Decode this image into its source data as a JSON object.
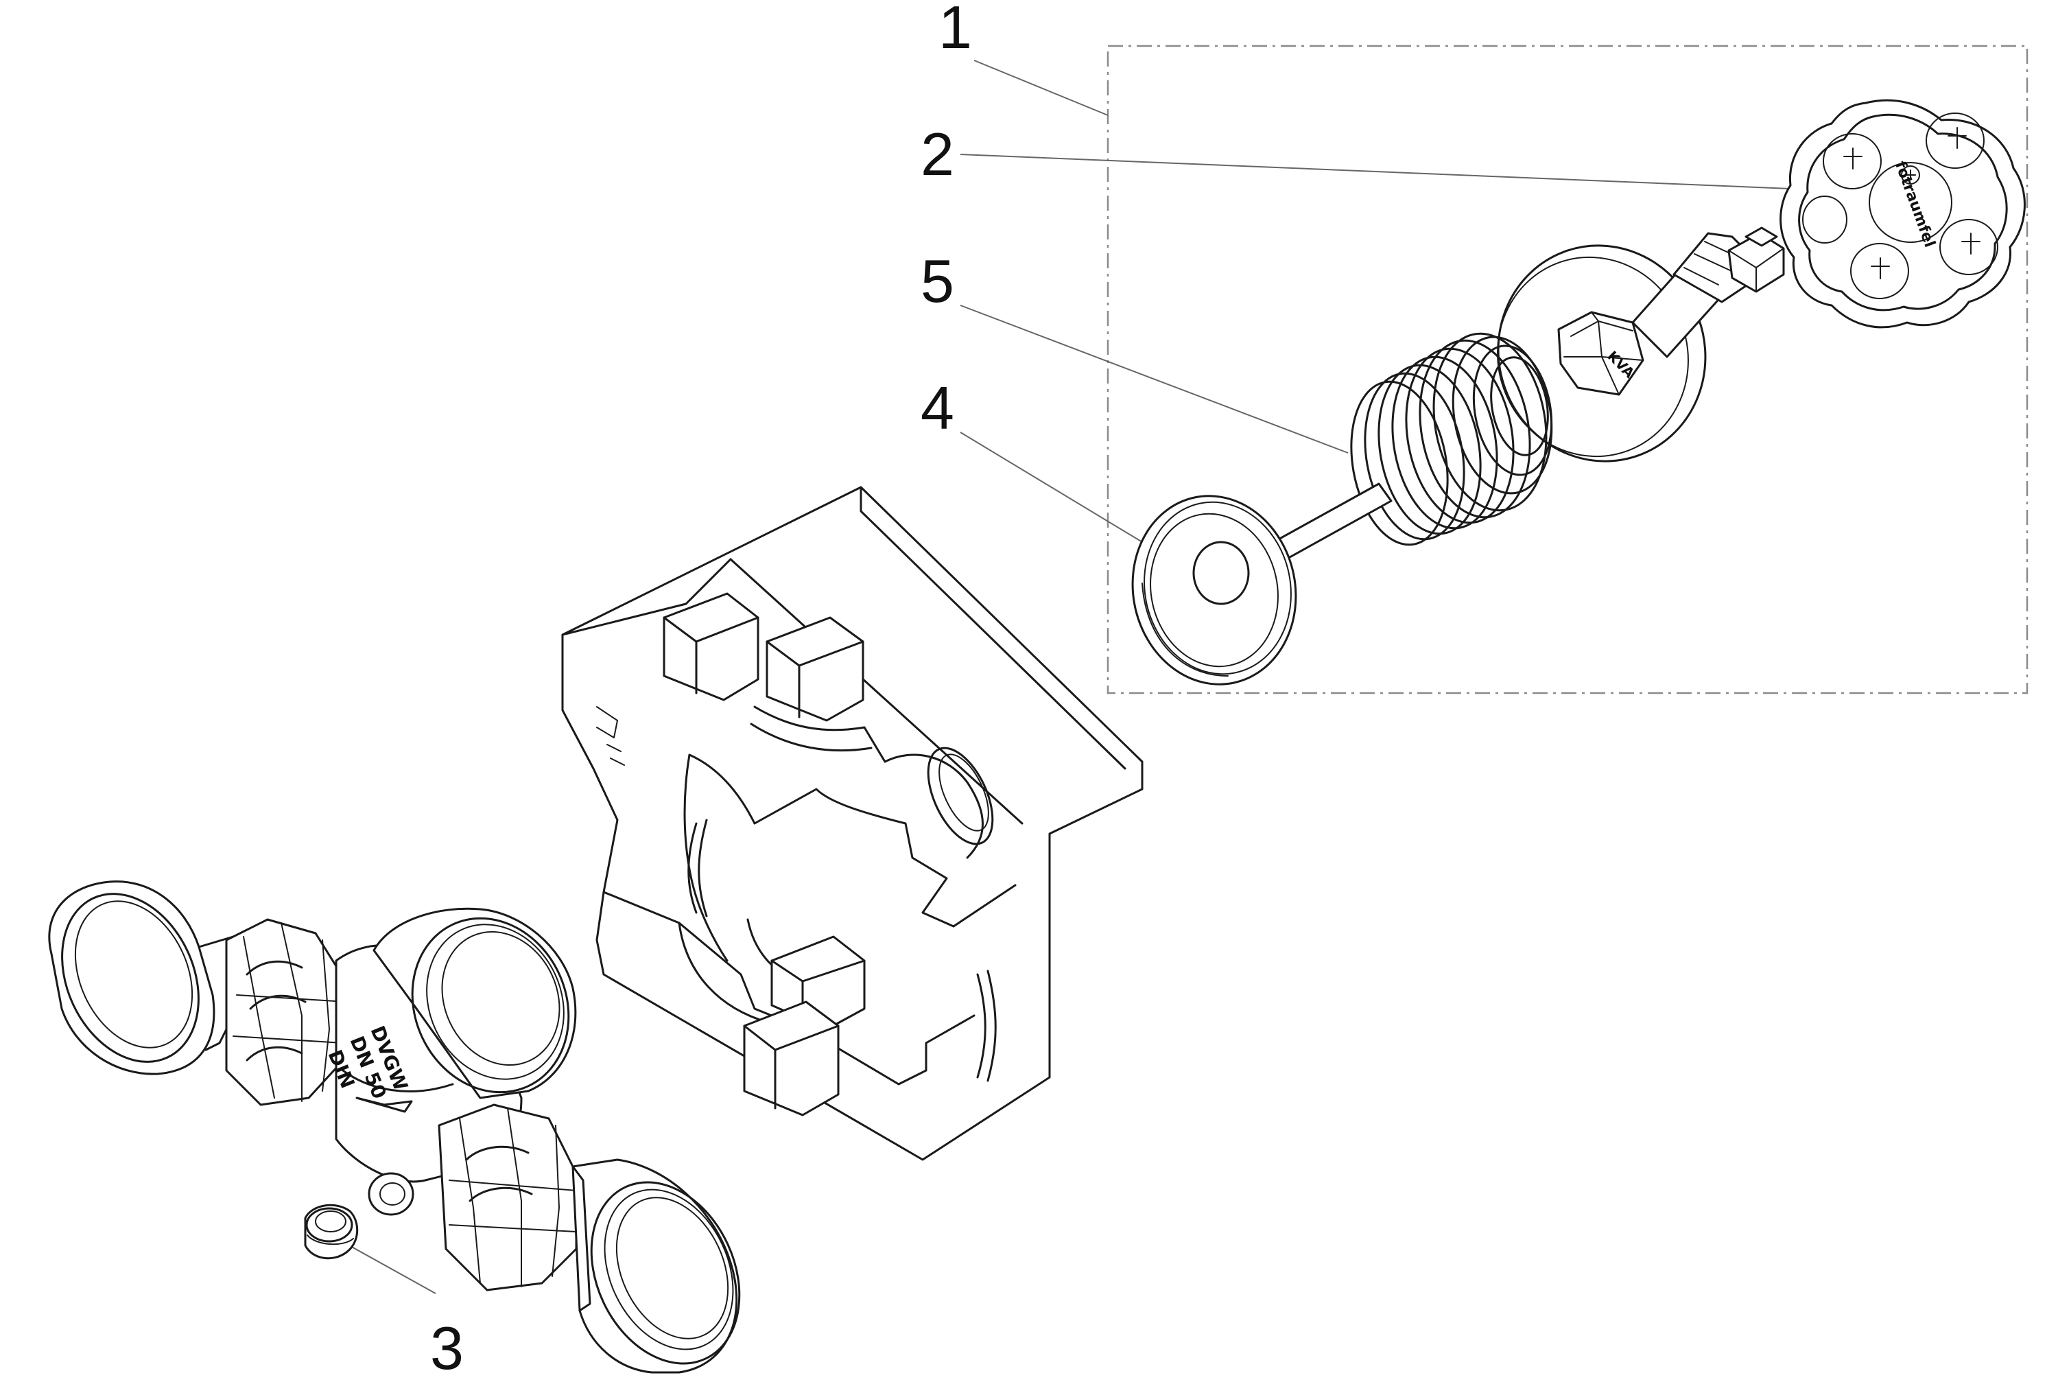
{
  "callouts": [
    {
      "id": "1",
      "label": "1"
    },
    {
      "id": "2",
      "label": "2"
    },
    {
      "id": "5",
      "label": "5"
    },
    {
      "id": "4",
      "label": "4"
    },
    {
      "id": "3",
      "label": "3"
    }
  ],
  "markings": {
    "body_line1": "DVGW",
    "body_line2": "DN 50",
    "body_line3": "DIN",
    "handwheel_text": "fotraumfel",
    "stem_brand": "KVA"
  },
  "colors": {
    "line": "#1a1a1a",
    "leader": "#666666",
    "frame": "#8a8a8a",
    "background": "#ffffff"
  }
}
